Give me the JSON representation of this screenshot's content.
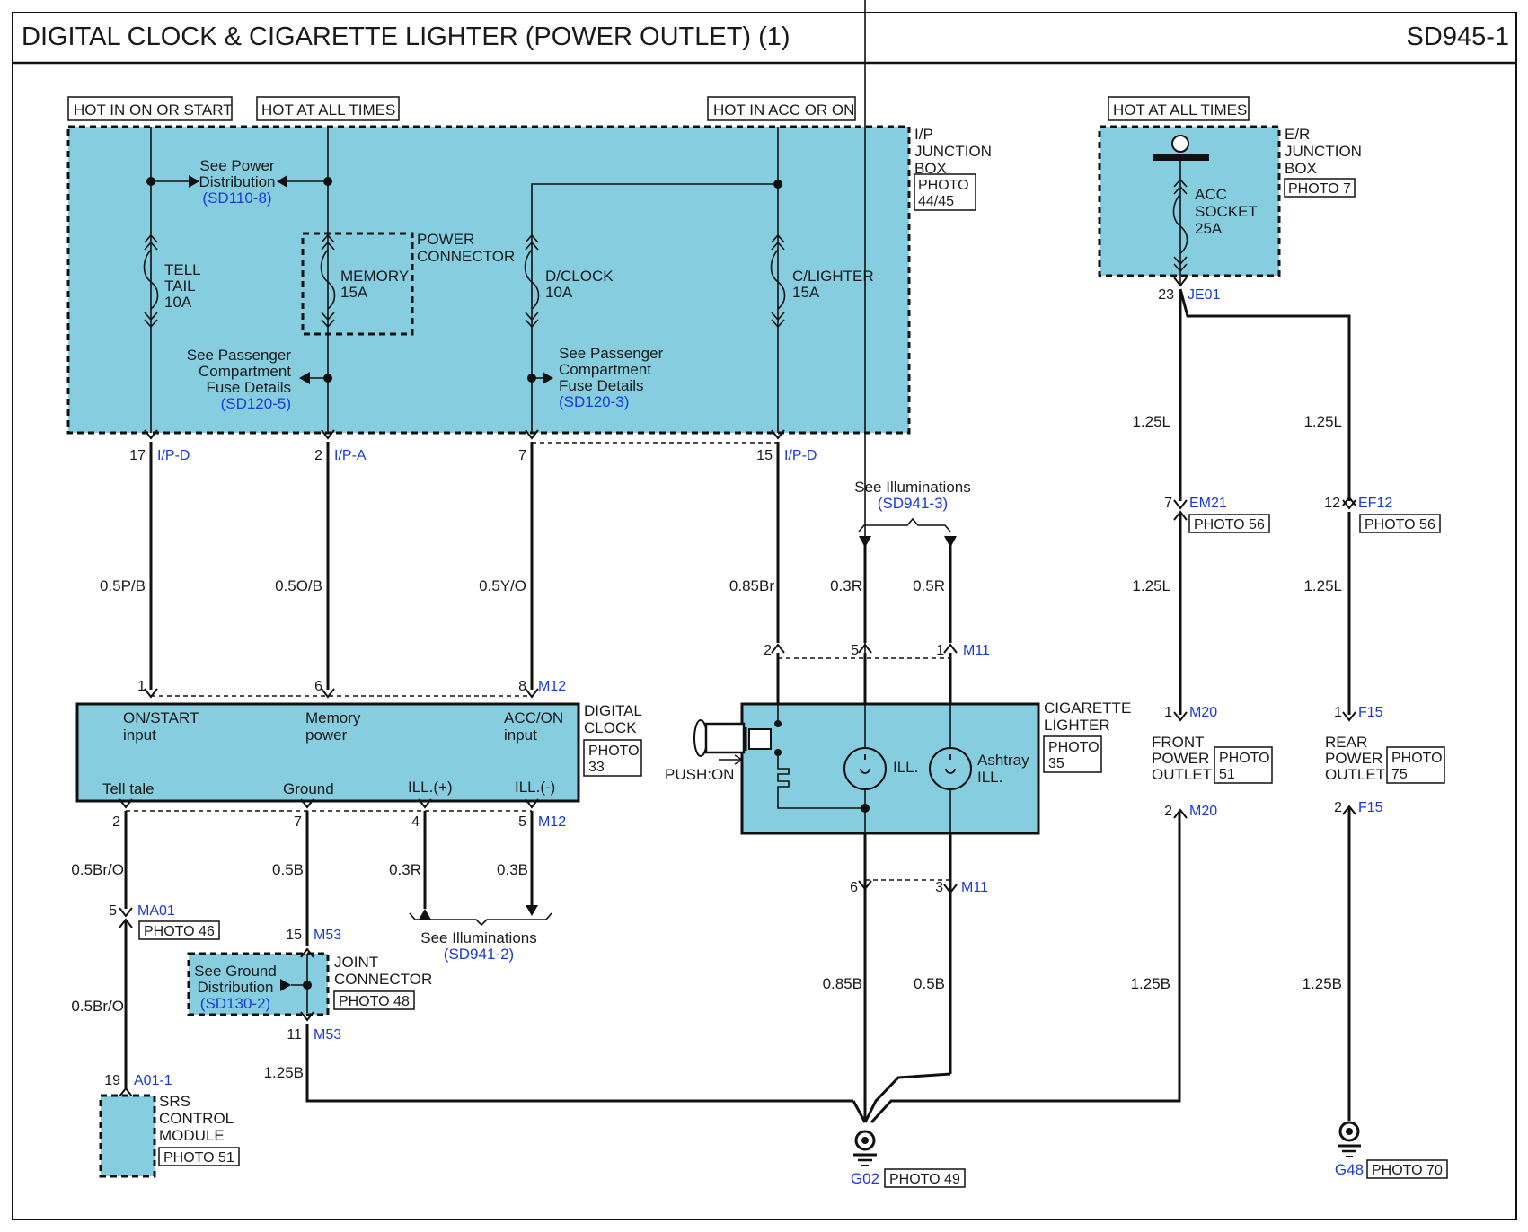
{
  "header": {
    "title": "DIGITAL CLOCK & CIGARETTE LIGHTER (POWER OUTLET) (1)",
    "page_code": "SD945-1"
  },
  "power_labels": {
    "hot_on_start": "HOT IN ON OR START",
    "hot_all_times": "HOT AT ALL TIMES",
    "hot_acc_on": "HOT IN ACC OR ON",
    "hot_all_times_er": "HOT AT ALL TIMES"
  },
  "ip_junction_box": {
    "name": [
      "I/P",
      "JUNCTION",
      "BOX"
    ],
    "photo": [
      "PHOTO",
      "44/45"
    ]
  },
  "er_junction_box": {
    "name": [
      "E/R",
      "JUNCTION",
      "BOX"
    ],
    "photo": "PHOTO 7"
  },
  "fuses": {
    "tell_tail": [
      "TELL",
      "TAIL",
      "10A"
    ],
    "memory": [
      "MEMORY",
      "15A"
    ],
    "d_clock": [
      "D/CLOCK",
      "10A"
    ],
    "c_lighter": [
      "C/LIGHTER",
      "15A"
    ],
    "acc_socket": [
      "ACC",
      "SOCKET",
      "25A"
    ]
  },
  "power_connector": [
    "POWER",
    "CONNECTOR"
  ],
  "refs": {
    "power_dist": [
      "See Power",
      "Distribution"
    ],
    "power_dist_code": "(SD110-8)",
    "pass_fuse_left": [
      "See Passenger",
      "Compartment",
      "Fuse Details"
    ],
    "pass_fuse_left_code": "(SD120-5)",
    "pass_fuse_right": [
      "See Passenger",
      "Compartment",
      "Fuse Details"
    ],
    "pass_fuse_right_code": "(SD120-3)",
    "illum_top": "See Illuminations",
    "illum_top_code": "(SD941-3)",
    "illum_bottom": "See Illuminations",
    "illum_bottom_code": "(SD941-2)",
    "ground_dist": [
      "See Ground",
      "Distribution"
    ],
    "ground_dist_code": "(SD130-2)"
  },
  "connectors": {
    "ip_d_17": {
      "pin": "17",
      "code": "I/P-D"
    },
    "ip_a_2": {
      "pin": "2",
      "code": "I/P-A"
    },
    "pin7_top": {
      "pin": "7"
    },
    "ip_d_15": {
      "pin": "15",
      "code": "I/P-D"
    },
    "je01": {
      "pin": "23",
      "code": "JE01"
    },
    "em21": {
      "pin": "7",
      "code": "EM21",
      "photo": "PHOTO 56"
    },
    "ef12": {
      "pin": "12",
      "code": "EF12",
      "photo": "PHOTO 56"
    },
    "m12_top": {
      "pins": [
        "1",
        "6",
        "8"
      ],
      "code": "M12"
    },
    "m11_top": {
      "pins": [
        "2",
        "5",
        "1"
      ],
      "code": "M11"
    },
    "m20_top": {
      "pin": "1",
      "code": "M20"
    },
    "f15_top": {
      "pin": "1",
      "code": "F15"
    },
    "m12_bottom": {
      "pins": [
        "2",
        "7",
        "4",
        "5"
      ],
      "code": "M12"
    },
    "m20_bottom": {
      "pin": "2",
      "code": "M20"
    },
    "f15_bottom": {
      "pin": "2",
      "code": "F15"
    },
    "m11_bottom": {
      "pins": [
        "6",
        "3"
      ],
      "code": "M11"
    },
    "ma01": {
      "pin": "5",
      "code": "MA01",
      "photo": "PHOTO 46"
    },
    "m53_top": {
      "pin": "15",
      "code": "M53"
    },
    "m53_bottom": {
      "pin": "11",
      "code": "M53"
    },
    "a01_1": {
      "pin": "19",
      "code": "A01-1"
    }
  },
  "wires": {
    "p_b": "0.5P/B",
    "o_b": "0.5O/B",
    "y_o": "0.5Y/O",
    "br_085": "0.85Br",
    "r_03_a": "0.3R",
    "r_05": "0.5R",
    "l_125_a": "1.25L",
    "l_125_b": "1.25L",
    "l_125_c": "1.25L",
    "l_125_d": "1.25L",
    "br_o_a": "0.5Br/O",
    "br_o_b": "0.5Br/O",
    "b_05_a": "0.5B",
    "r_03_b": "0.3R",
    "b_03": "0.3B",
    "b_125_a": "1.25B",
    "b_085": "0.85B",
    "b_05_b": "0.5B",
    "b_125_b": "1.25B",
    "b_125_c": "1.25B"
  },
  "digital_clock": {
    "name": [
      "DIGITAL",
      "CLOCK"
    ],
    "photo": [
      "PHOTO",
      "33"
    ],
    "pin_on_start": [
      "ON/START",
      "input"
    ],
    "pin_memory": [
      "Memory",
      "power"
    ],
    "pin_acc_on": [
      "ACC/ON",
      "input"
    ],
    "pin_tell_tale": "Tell tale",
    "pin_ground": "Ground",
    "pin_ill_plus": "ILL.(+)",
    "pin_ill_minus": "ILL.(-)"
  },
  "cigarette_lighter": {
    "name": [
      "CIGARETTE",
      "LIGHTER"
    ],
    "photo": [
      "PHOTO",
      "35"
    ],
    "push_on": "PUSH:ON",
    "ill": "ILL.",
    "ashtray": [
      "Ashtray",
      "ILL."
    ]
  },
  "front_outlet": {
    "name": [
      "FRONT",
      "POWER",
      "OUTLET"
    ],
    "photo": [
      "PHOTO",
      "51"
    ]
  },
  "rear_outlet": {
    "name": [
      "REAR",
      "POWER",
      "OUTLET"
    ],
    "photo": [
      "PHOTO",
      "75"
    ]
  },
  "joint_connector": {
    "name": [
      "JOINT",
      "CONNECTOR"
    ],
    "photo": "PHOTO 48"
  },
  "srs_module": {
    "name": [
      "SRS",
      "CONTROL",
      "MODULE"
    ],
    "photo": "PHOTO 51"
  },
  "grounds": {
    "g02": {
      "code": "G02",
      "photo": "PHOTO 49"
    },
    "g48": {
      "code": "G48",
      "photo": "PHOTO 70"
    }
  },
  "colors": {
    "component_fill": "#86cde0",
    "link_blue": "#1a3ad6",
    "line": "#111111"
  }
}
